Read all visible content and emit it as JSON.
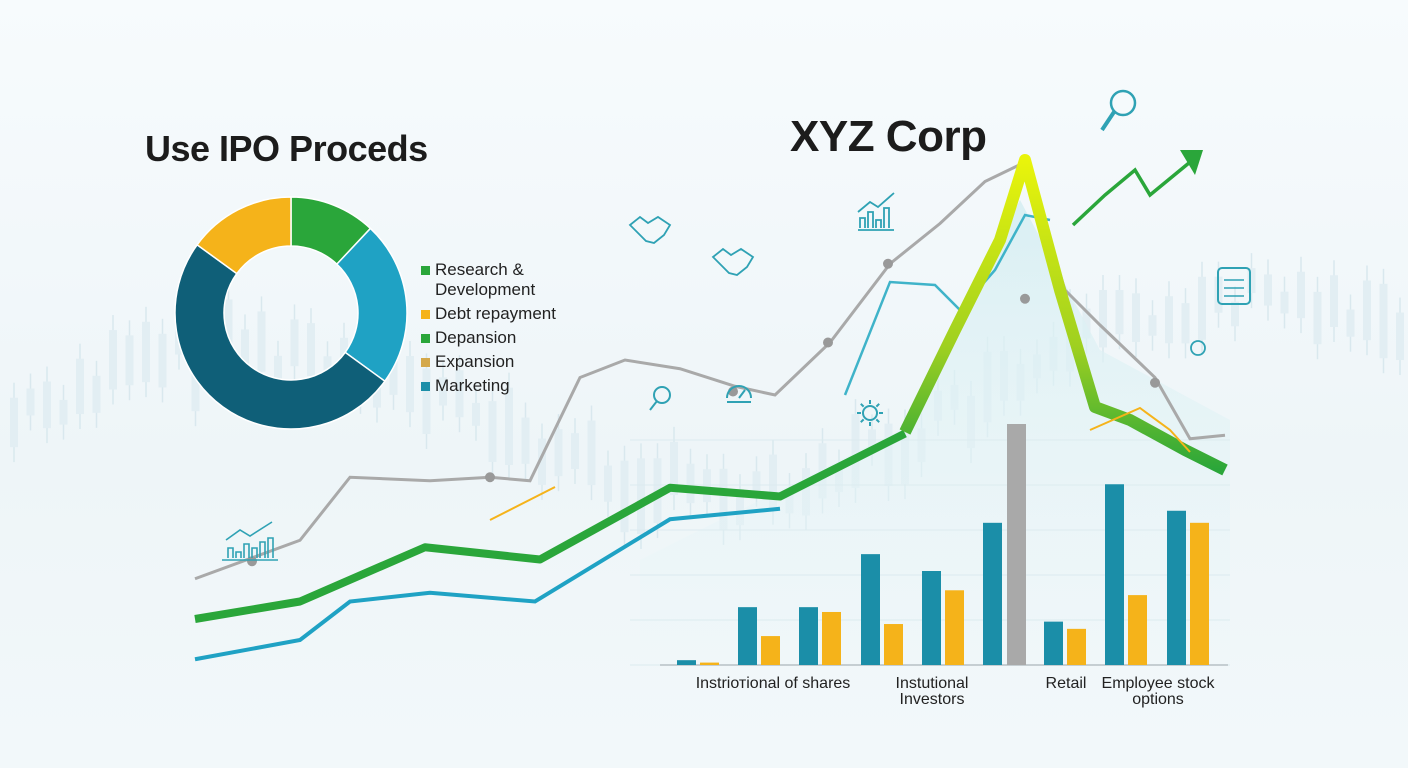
{
  "donut": {
    "title": "Use IPO Proceds",
    "legend": [
      {
        "label": "Research & Development",
        "color": "#2aa63a"
      },
      {
        "label": "Debt repayment",
        "color": "#f5b31a"
      },
      {
        "label": "Depansion",
        "color": "#2aa63a"
      },
      {
        "label": "Expansion",
        "color": "#d4a84a"
      },
      {
        "label": "Marketing",
        "color": "#1b8ea8"
      }
    ]
  },
  "right_title": "XYZ Corp",
  "bar_labels": [
    "Instriотional of shares",
    "Instutional Investors",
    "Retail",
    "Employee stock options"
  ],
  "chart_data": [
    {
      "type": "pie",
      "title": "Use IPO Proceds",
      "donut": true,
      "slices": [
        {
          "label": "Research & Development",
          "value": 12,
          "color": "#2aa63a"
        },
        {
          "label": "Marketing (light)",
          "value": 23,
          "color": "#1fa2c4"
        },
        {
          "label": "Marketing (dark)",
          "value": 50,
          "color": "#0f5f78"
        },
        {
          "label": "Debt repayment",
          "value": 15,
          "color": "#f5b31a"
        }
      ]
    },
    {
      "type": "bar",
      "title": "XYZ Corp",
      "categories": [
        "Instriотional of shares",
        "Instutional Investors",
        "Retail",
        "Employee stock options"
      ],
      "series": [
        {
          "color": "#1b8ea8",
          "values": [
            2,
            24,
            24,
            46,
            39,
            59,
            18,
            75,
            64
          ]
        },
        {
          "color": "#f5b31a",
          "values": [
            1,
            12,
            22,
            17,
            31,
            0,
            15,
            29,
            59
          ]
        },
        {
          "color": "#a9a9a9",
          "values": [
            0,
            0,
            0,
            0,
            0,
            100,
            0,
            0,
            0
          ]
        }
      ],
      "ylim": [
        0,
        100
      ]
    },
    {
      "type": "line",
      "series": [
        {
          "color": "#2aa63a",
          "values": [
            10,
            18,
            48,
            38,
            78,
            74,
            112,
            275,
            89,
            70
          ]
        },
        {
          "color": "#1fa2c4",
          "values": [
            0,
            11,
            39,
            35,
            65,
            71
          ]
        },
        {
          "color": "#a9a9a9",
          "values": [
            35,
            57,
            93,
            91,
            150,
            140,
            215,
            238,
            197,
            185,
            139,
            62,
            62
          ]
        },
        {
          "color": "#d8d800",
          "values": [
            270,
            190,
            100,
            70
          ]
        }
      ]
    }
  ],
  "colors": {
    "green": "#2aa63a",
    "teal": "#1fa2c4",
    "dark_teal": "#0f5f78",
    "orange": "#f5b31a",
    "gray": "#a9a9a9",
    "yellow": "#e2e000"
  },
  "icons": [
    "rising-bars-icon",
    "handshake-icon",
    "handshake-icon",
    "bar-growth-icon",
    "magnifier-icon",
    "calendar-icon",
    "lightbulb-icon",
    "gear-icon",
    "gauge-icon",
    "trend-arrow-icon"
  ]
}
